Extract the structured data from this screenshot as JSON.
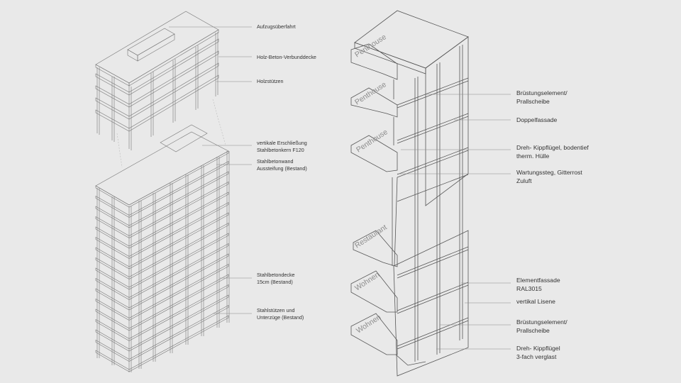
{
  "left_labels": [
    {
      "lines": [
        "Aufzugsüberfahrt"
      ]
    },
    {
      "lines": [
        "Holz-Beton-Verbunddecke"
      ]
    },
    {
      "lines": [
        "Holzstützen"
      ]
    },
    {
      "lines": [
        "vertikale Erschließung",
        "Stahlbetonkern F120"
      ]
    },
    {
      "lines": [
        "Stahlbetonwand",
        "Aussteifung (Bestand)"
      ]
    },
    {
      "lines": [
        "Stahlbetondecke",
        "15cm (Bestand)"
      ]
    },
    {
      "lines": [
        "Stahlstützen und",
        "Unterzüge (Bestand)"
      ]
    }
  ],
  "right_labels": [
    {
      "lines": [
        "Brüstungselement/",
        "Prallscheibe"
      ]
    },
    {
      "lines": [
        "Doppelfassade"
      ]
    },
    {
      "lines": [
        "Dreh- Kippflügel, bodentief",
        "therm. Hülle"
      ]
    },
    {
      "lines": [
        "Wartungssteg, Gitterrost",
        "Zuluft"
      ]
    },
    {
      "lines": [
        "Elementfassade",
        "RAL3015"
      ]
    },
    {
      "lines": [
        "vertikal Lisene"
      ]
    },
    {
      "lines": [
        "Brüstungselement/",
        "Prallscheibe"
      ]
    },
    {
      "lines": [
        "Dreh- Kippflügel",
        "3-fach verglast"
      ]
    }
  ],
  "floor_tags": [
    "Penthouse",
    "Penthouse",
    "Penthouse",
    "Restaurant",
    "Wohnen",
    "Wohnen"
  ],
  "colors": {
    "background": "#e9e9e9",
    "line": "#777777",
    "text": "#333333",
    "floor_tag": "#8c8c8c"
  }
}
